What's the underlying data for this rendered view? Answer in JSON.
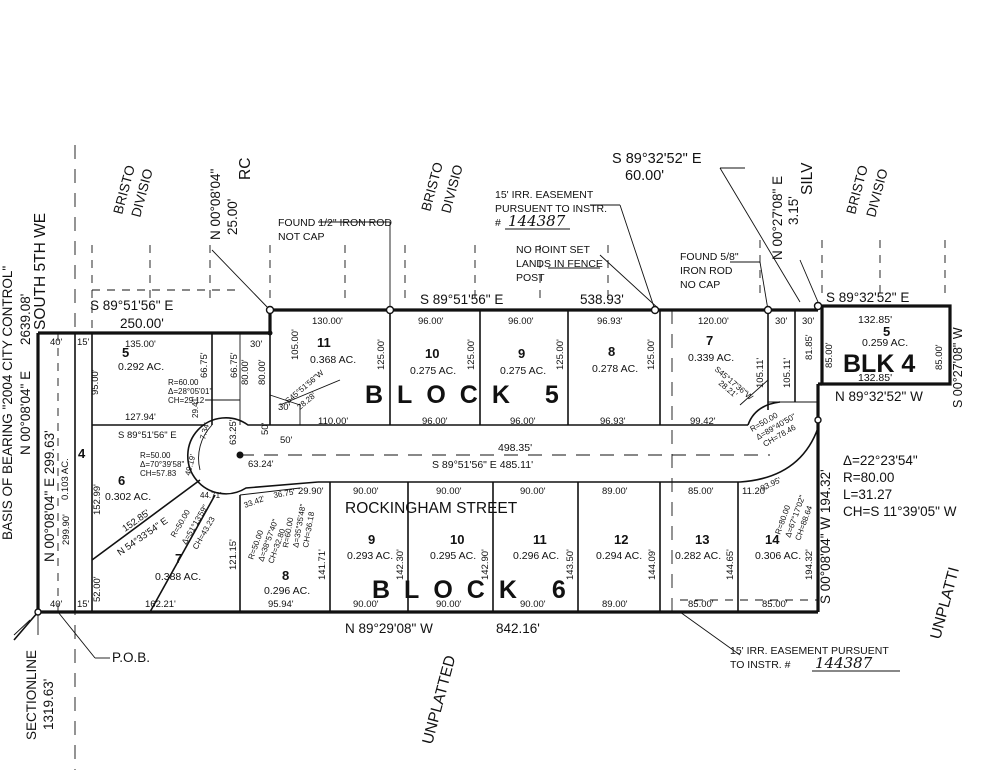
{
  "streets": {
    "south_5th": "SOUTH 5TH WE",
    "rockingham": "ROCKINGHAM STREET",
    "rc": "RC",
    "silv": "SILV"
  },
  "neighbors": {
    "bristol_1a": "BRISTO",
    "bristol_1b": "DIVISIO",
    "bristol_2a": "BRISTO",
    "bristol_2b": "DIVISIO",
    "bristol_3a": "BRISTO",
    "bristol_3b": "DIVISIO",
    "unplatted_1": "UNPLATTED",
    "unplatted_2": "UNPLATTI"
  },
  "blocks": {
    "block5": "BLOCK 5",
    "block6": "BLOCK 6",
    "blk4": "BLK 4"
  },
  "lots_block5": [
    {
      "num": "5",
      "area": "0.292 AC."
    },
    {
      "num": "4",
      "area": "0.103 AC."
    },
    {
      "num": "6",
      "area": "0.302 AC."
    },
    {
      "num": "7",
      "area": "0.388 AC."
    },
    {
      "num": "11",
      "area": "0.368 AC."
    },
    {
      "num": "10",
      "area": "0.275 AC."
    },
    {
      "num": "9",
      "area": "0.275 AC."
    },
    {
      "num": "8",
      "area": "0.278 AC."
    },
    {
      "num": "7",
      "area": "0.339 AC."
    }
  ],
  "lots_block6": [
    {
      "num": "8",
      "area": "0.296 AC."
    },
    {
      "num": "9",
      "area": "0.293 AC."
    },
    {
      "num": "10",
      "area": "0.295 AC."
    },
    {
      "num": "11",
      "area": "0.296 AC."
    },
    {
      "num": "12",
      "area": "0.294 AC."
    },
    {
      "num": "13",
      "area": "0.282 AC."
    },
    {
      "num": "14",
      "area": "0.306 AC."
    }
  ],
  "lot_blk4": {
    "num": "5",
    "area": "0.259 AC.",
    "top": "132.85'",
    "bottom": "132.85'",
    "left": "85.00'",
    "right": "85.00'"
  },
  "bearings": {
    "basis": "BASIS OF BEARING \"2004 CITY CONTROL\"",
    "west_line": "N 00°08'04\" E",
    "west_dist": "2639.08'",
    "west_lot": "N 00°08'04\" E  299.63'",
    "north_main": "S 89°51'56\" E",
    "north_main_dist": "538.93'",
    "top_left": "S 89°51'56\" E",
    "top_left_dist": "250.00'",
    "n00_rc": "N 00°08'04\"",
    "rc_dist": "25.00'",
    "s89_top": "S 89°32'52\" E",
    "s89_top_dist": "60.00'",
    "n00_silv": "N 00°27'08\" E",
    "silv_dist": "3.15'",
    "blk4_top": "S 89°32'52\" E",
    "blk4_bottom": "N 89°32'52\" W",
    "blk4_right": "S 00°27'08\" W",
    "east_line": "S 00°08'04\" W  194.32'",
    "south_line": "N 89°29'08\" W",
    "south_dist": "842.16'",
    "street_line1": "498.35'",
    "street_line2": "S 89°51'56\" E  485.11'",
    "section_line": "SECTIONLINE",
    "section_dist": "1319.63'",
    "lot4_line": "S 89°51'56\" E",
    "lot7_diag": "N 54°33'54\" E",
    "lot7_diag_dist": "152.85'"
  },
  "curve_main": {
    "delta": "Δ=22°23'54\"",
    "radius": "R=80.00",
    "length": "L=31.27",
    "chord": "CH=S 11°39'05\" W"
  },
  "notes": {
    "found_half": [
      "FOUND 1/2\" IRON ROD",
      "NOT CAP"
    ],
    "easement_top": [
      "15' IRR. EASEMENT",
      "PURSUENT TO INSTR.",
      "#"
    ],
    "easement_num": "144387",
    "no_point": [
      "NO POINT SET",
      "LANDS IN FENCE",
      "POST"
    ],
    "found_58": [
      "FOUND 5/8\"",
      "IRON ROD",
      "NO CAP"
    ],
    "pob": "P.O.B.",
    "easement_bottom": [
      "15' IRR. EASEMENT PURSUENT",
      "TO INSTR. #"
    ]
  },
  "dims": {
    "d130": "130.00'",
    "d96a": "96.00'",
    "d96b": "96.00'",
    "d9693": "96.93'",
    "d120": "120.00'",
    "d30a": "30'",
    "d30b": "30'",
    "d125a": "125.00'",
    "d125b": "125.00'",
    "d125c": "125.00'",
    "d125d": "125.00'",
    "d10511": "105.11'",
    "d10511b": "105.11'",
    "d105": "105.00'",
    "d8185": "81.85'",
    "d110": "110.00'",
    "d96c": "96.00'",
    "d96d": "96.00'",
    "d9693b": "96.93'",
    "d9942": "99.42'",
    "d13500": "135.00'",
    "d9500": "95.00'",
    "d6675a": "66.75'",
    "d6675b": "66.75'",
    "d8000a": "80.00'",
    "d8000b": "80.00'",
    "d12794": "127.94'",
    "d29990": "299.90'",
    "d15299": "152.99'",
    "d5200": "52.00'",
    "d16221": "162.21'",
    "d40a": "40'",
    "d15a": "15'",
    "d40b": "40'",
    "d15b": "15'",
    "d6325": "63.25'",
    "d6324": "63.24'",
    "d50a": "50'",
    "d50b": "50'",
    "d30c": "30'",
    "d30d": "30'",
    "d2990": "29.90'",
    "d90a": "90.00'",
    "d90b": "90.00'",
    "d90c": "90.00'",
    "d89a": "89.00'",
    "d85a": "85.00'",
    "d1120": "11.20'",
    "d12115": "121.15'",
    "d14171": "141.71'",
    "d14230": "142.30'",
    "d14290": "142.90'",
    "d14350": "143.50'",
    "d14409": "144.09'",
    "d14465": "144.65'",
    "d19432": "194.32'",
    "d9594": "95.94'",
    "d90d": "90.00'",
    "d90e": "90.00'",
    "d90f": "90.00'",
    "d89b": "89.00'",
    "d85b": "85.00'",
    "d85c": "85.00'",
    "d4471": "44.71'",
    "d3342": "33.42'",
    "d3675": "36.75'",
    "d9395": "93.95'",
    "curve_lot5": [
      "R=60.00",
      "Δ=28°05'01\"",
      "CH=29.12"
    ],
    "curve_lot6": [
      "R=50.00",
      "Δ=70°39'58\"",
      "CH=57.83"
    ],
    "curve_lot7": [
      "R=50.00",
      "Δ=51°13'59\"",
      "CH=43.23"
    ],
    "curve_lot8": [
      "R=50.00",
      "Δ=38°57'40\"",
      "CH=32.80"
    ],
    "curve_lot8b": [
      "R=60.00",
      "Δ=35°35'48\"",
      "CH=36.18"
    ],
    "curve_lot7b5": [
      "S45°17'36\"W",
      "28.21'"
    ],
    "curve_lot11": [
      "S45°51'56\"W",
      "28.28'"
    ],
    "curve_7b5b": [
      "R=50.00",
      "Δ=89°40'50\"",
      "CH=78.46"
    ],
    "curve_14": [
      "R=80.00",
      "Δ=67°17'02\"",
      "CH=88.64"
    ],
    "d2941": "29.41'",
    "d734": "7.34'",
    "d4919": "49.19'"
  }
}
